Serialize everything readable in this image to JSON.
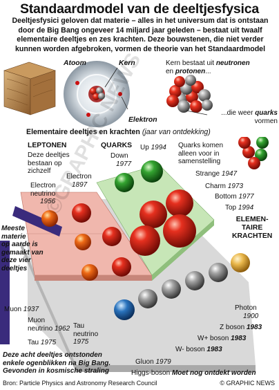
{
  "title": "Standaardmodel van de deeltjesfysica",
  "intro": "Deeltjesfysici geloven dat materie – alles in het universum dat is ontstaan door de Big Bang ongeveer 14 miljard jaar geleden – bestaat uit twaalf elementaire deeltjes en zes krachten. Deze bouwstenen, die niet verder kunnen worden afgebroken, vormen de theorie van het Standaardmodel",
  "atom": {
    "atoom": "Atoom",
    "kern": "Kern",
    "elektron": "Elektron"
  },
  "nucleus_text": {
    "p1": "Kern bestaat uit ",
    "neutronen": "neutronen",
    "p2": " en ",
    "protonen": "protonen",
    "p3": "...",
    "p4": "...die weer ",
    "quarks": "quarks",
    "p5": "vormen"
  },
  "section": {
    "title": "Elementaire deeltjes en krachten",
    "subtitle": "(jaar van ontdekking)"
  },
  "leptons": {
    "header": "LEPTONEN",
    "desc": [
      "Deze deeltjes",
      "bestaan op",
      "zichzelf"
    ],
    "items": [
      {
        "name": "Electron",
        "year": "1897"
      },
      {
        "name1": "Electron",
        "name2": "neutrino",
        "year": "1956"
      },
      {
        "name": "Muon",
        "year": "1937"
      },
      {
        "name1": "Muon",
        "name2": "neutrino",
        "year": "1962"
      },
      {
        "name": "Tau",
        "year": "1975"
      },
      {
        "name1": "Tau",
        "name2": "neutrino",
        "year": "1975"
      }
    ],
    "note": [
      "Meeste",
      "materie",
      "op aarde is",
      "gemaakt van",
      "deze vier",
      "deeltjes"
    ]
  },
  "quarks": {
    "header": "QUARKS",
    "desc": [
      "Quarks komen",
      "alleen voor in",
      "samenstelling"
    ],
    "items": [
      {
        "name": "Down",
        "year": "1977"
      },
      {
        "name": "Up",
        "year": "1994"
      },
      {
        "name": "Strange",
        "year": "1947"
      },
      {
        "name": "Charm",
        "year": "1973"
      },
      {
        "name": "Bottom",
        "year": "1977"
      },
      {
        "name": "Top",
        "year": "1994"
      }
    ]
  },
  "forces": {
    "header": [
      "ELEMEN-",
      "TAIRE",
      "KRACHTEN"
    ],
    "items": [
      {
        "name": "Photon",
        "year": "1900"
      },
      {
        "name": "Z boson",
        "year": "1983"
      },
      {
        "name": "W+ boson",
        "year": "1983"
      },
      {
        "name": "W- boson",
        "year": "1983"
      },
      {
        "name": "Gluon",
        "year": "1979"
      },
      {
        "name": "Higgs-boson",
        "note": "Moet nog ontdekt worden"
      }
    ]
  },
  "bottom_note": [
    "Deze acht deeltjes ontstonden",
    "enkele ogenblikken na Big Bang.",
    "Gevonden in kosmische straling"
  ],
  "watermark": "©GRAPHIC NEWS",
  "footer": {
    "source": "Bron: Particle Physics and Astronomy Research Council",
    "credit": "© GRAPHIC NEWS"
  },
  "colors": {
    "red": "#d42a1f",
    "orange": "#e8691c",
    "green": "#2e9a3a",
    "grey": "#8a8a8a",
    "photon": "#e9b54a",
    "higgs": "#2a6fb4",
    "purple": "#3a2b7c"
  }
}
